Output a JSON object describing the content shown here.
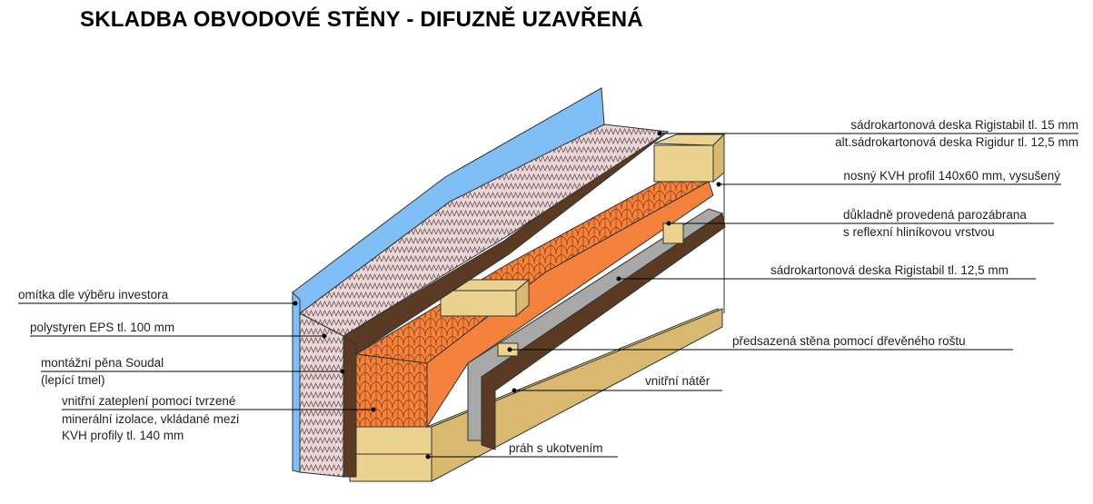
{
  "title": "SKLADBA OBVODOVÉ STĚNY - DIFUZNĚ UZAVŘENÁ",
  "labels_right": {
    "gypsum_15": "sádrokartonová deska Rigistabil tl. 15 mm",
    "gypsum_alt": "alt.sádrokartonová deska Rigidur tl. 12,5 mm",
    "kvh_profile": "nosný KVH profil 140x60 mm, vysušený",
    "vapour_barrier_1": "důkladně provedená parozábrana",
    "vapour_barrier_2": "s reflexní hliníkovou vrstvou",
    "gypsum_125": "sádrokartonová deska Rigistabil tl. 12,5 mm",
    "service_wall": "předsazená stěna pomocí dřevěného roštu",
    "interior_paint": "vnitřní nátěr",
    "sill": "práh s ukotvením"
  },
  "labels_left": {
    "plaster": "omítka dle výběru investora",
    "eps": "polystyren EPS tl. 100 mm",
    "foam_1": "montážní pěna Soudal",
    "foam_2": "(lepící tmel)",
    "insulation_1": "vnitřní zateplení pomocí tvrzené",
    "insulation_2": "minerální izolace, vkládané mezi",
    "insulation_3": "KVH profily tl. 140 mm"
  },
  "colors": {
    "plaster": "#7fbff5",
    "eps": "#e7d3d3",
    "board": "#5a3a22",
    "insulation": "#f4823c",
    "timber": "#ecd28f",
    "gypsum_inner": "#a8a8a8"
  }
}
